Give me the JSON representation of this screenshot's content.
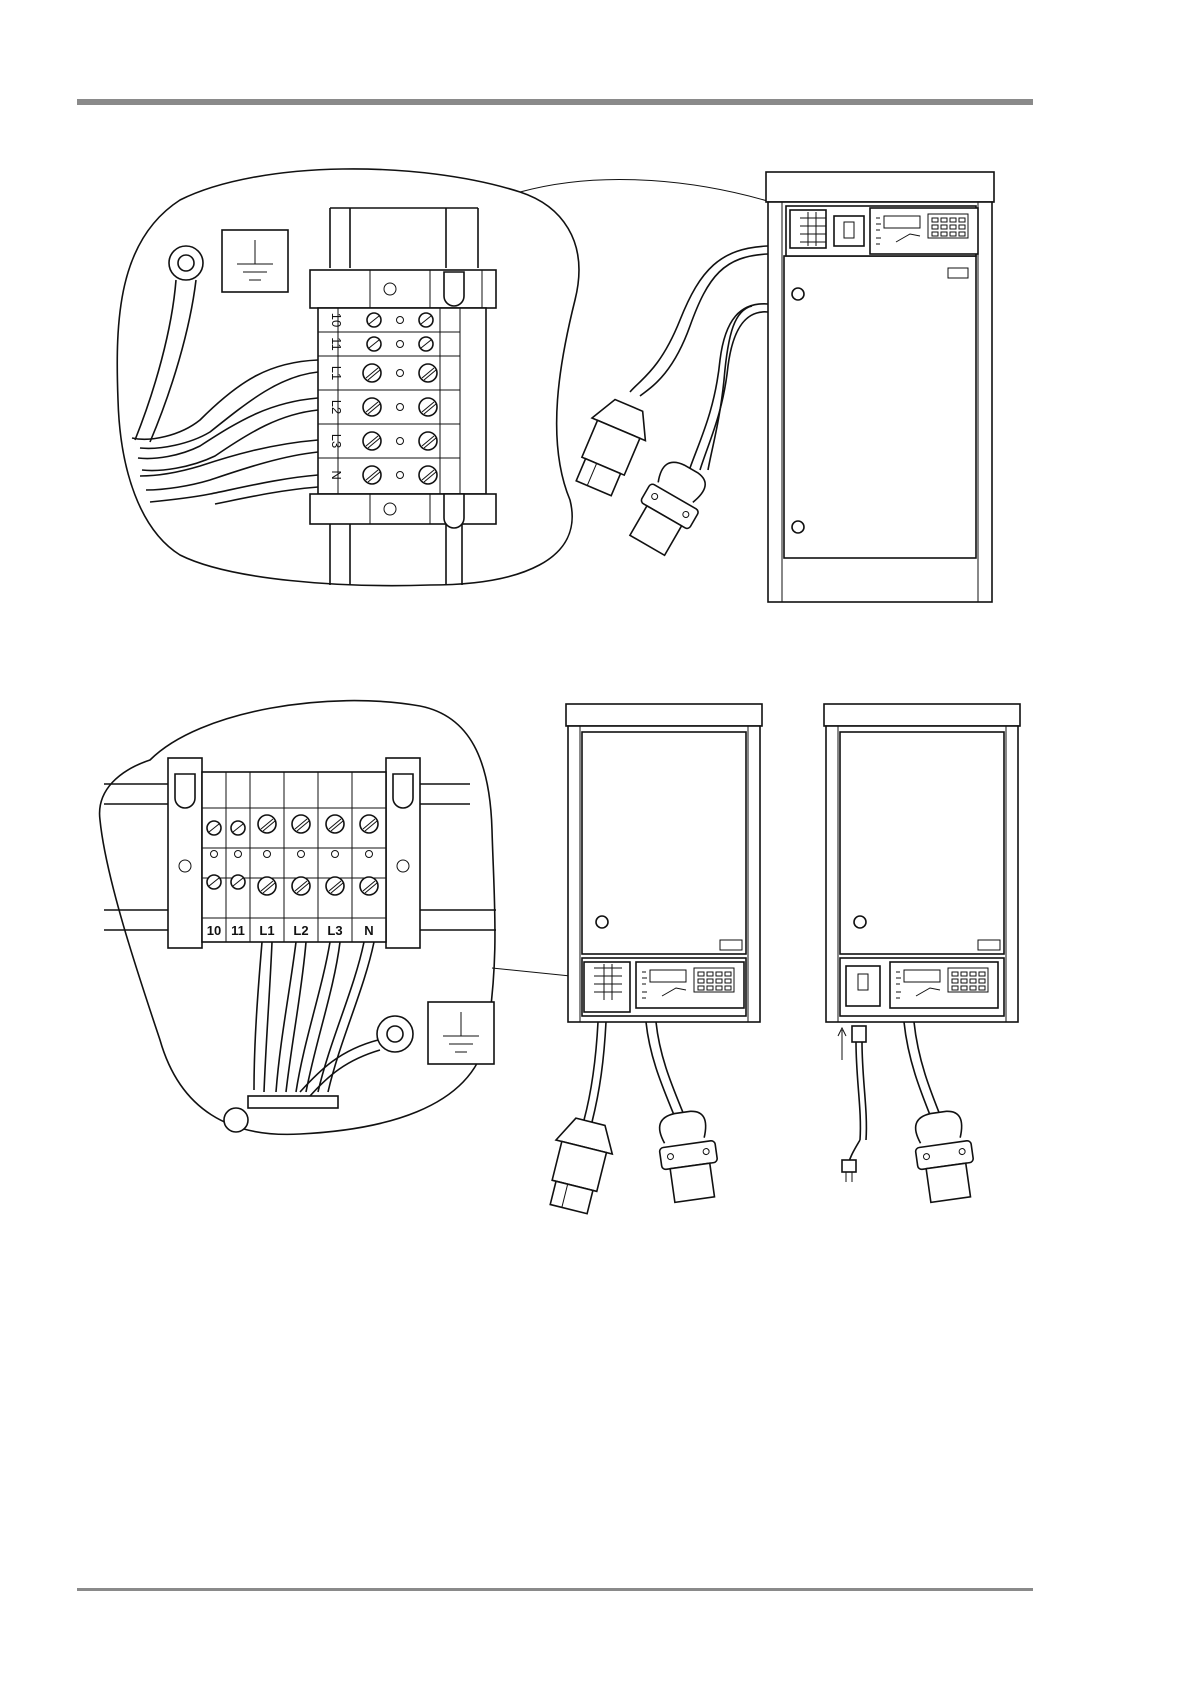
{
  "figure_top": {
    "terminal_labels": [
      "10",
      "11",
      "L1",
      "L2",
      "L3",
      "N"
    ]
  },
  "figure_bottom": {
    "terminal_labels": [
      "10",
      "11",
      "L1",
      "L2",
      "L3",
      "N"
    ]
  },
  "icons": [
    "earth-ground-icon",
    "cable-gland-icon",
    "screw-terminal-icon"
  ]
}
